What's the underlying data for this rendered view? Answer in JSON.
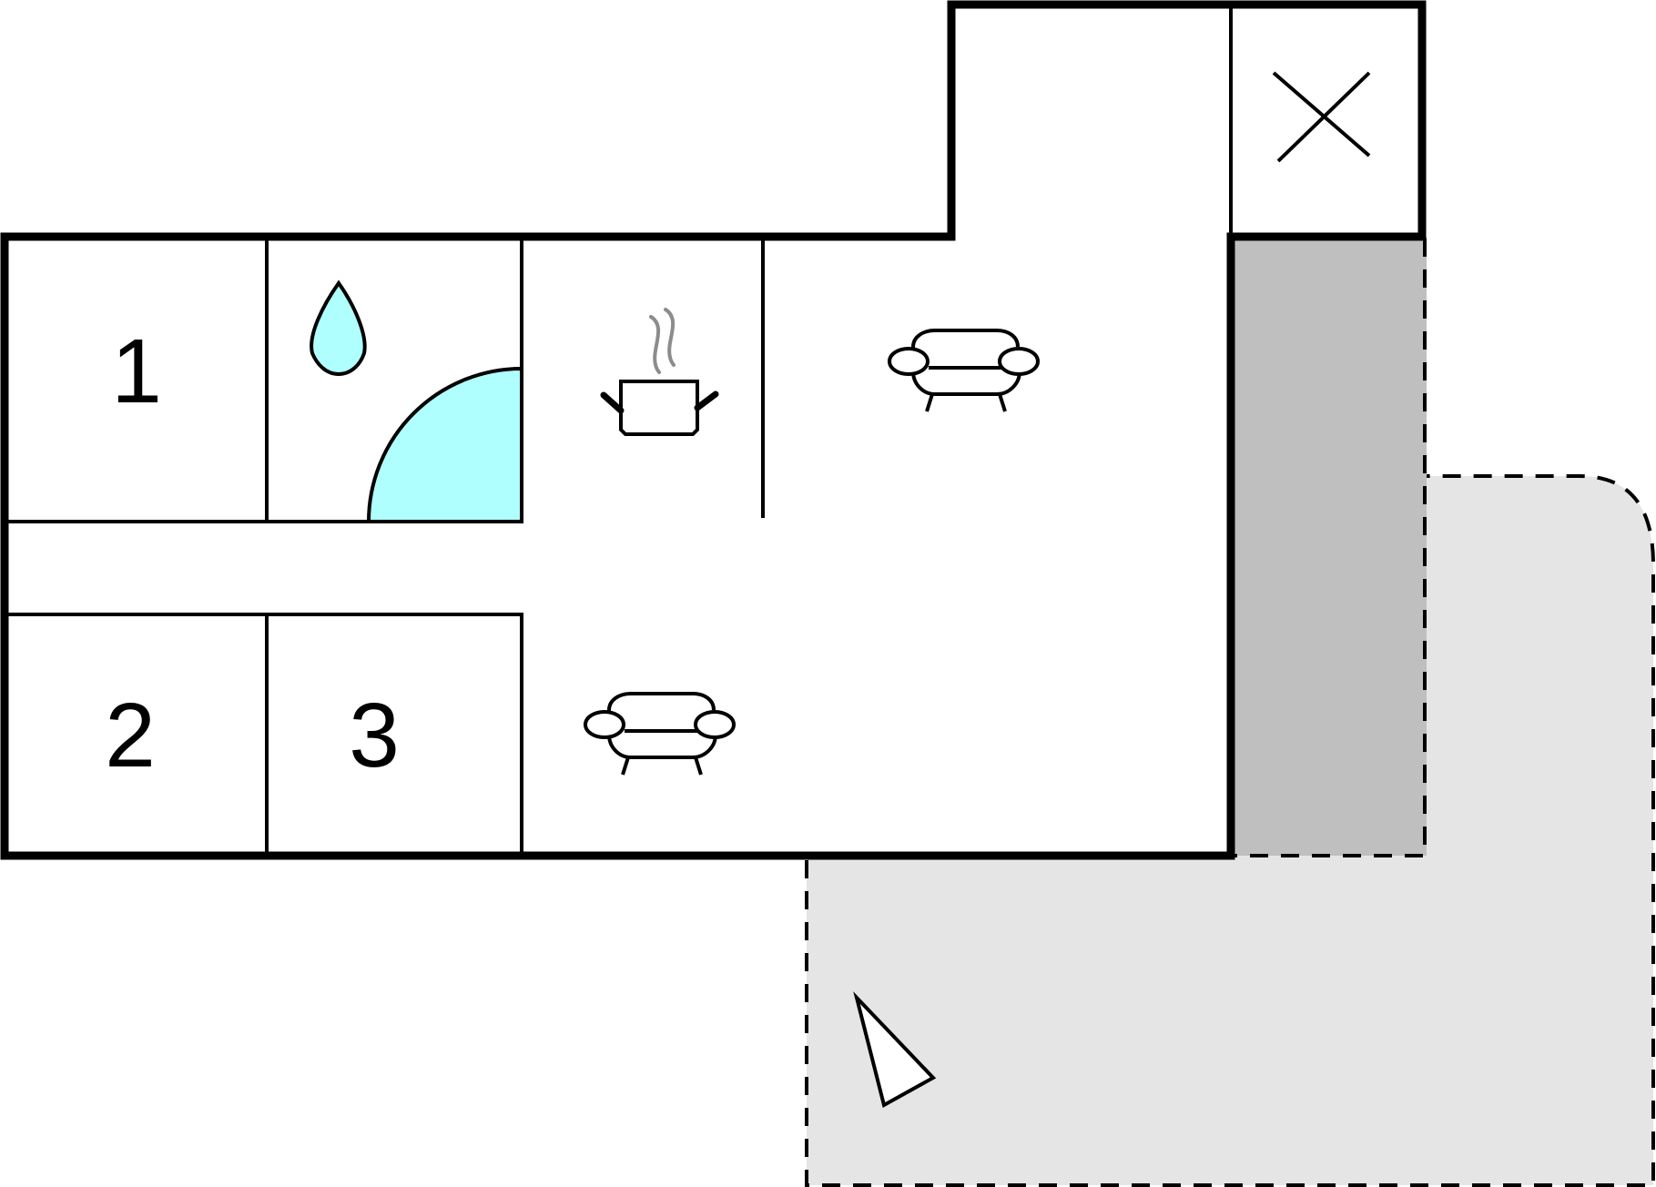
{
  "plan": {
    "rooms": [
      {
        "id": "room-1",
        "label": "1",
        "type": "bedroom"
      },
      {
        "id": "room-2",
        "label": "2",
        "type": "bedroom"
      },
      {
        "id": "room-3",
        "label": "3",
        "type": "bedroom"
      },
      {
        "id": "bathroom",
        "label": "",
        "type": "bathroom"
      },
      {
        "id": "kitchen",
        "label": "",
        "type": "kitchen"
      },
      {
        "id": "living-room",
        "label": "",
        "type": "living"
      },
      {
        "id": "storage",
        "label": "",
        "type": "storage"
      }
    ],
    "icons": [
      "water-drop-icon",
      "shower-arc-icon",
      "cooking-pot-icon",
      "sofa-icon",
      "sofa-icon",
      "cross-icon",
      "compass-arrow-icon"
    ],
    "areas": [
      {
        "id": "covered-terrace",
        "style": "dashed",
        "fill": "#bfbfbf"
      },
      {
        "id": "terrace",
        "style": "dashed",
        "fill": "#e5e5e5"
      }
    ]
  },
  "colors": {
    "wall": "#000000",
    "water": "#b0ffff",
    "covered_terrace": "#bfbfbf",
    "terrace": "#e5e5e5",
    "steam": "#8c8c8c",
    "background": "#ffffff"
  }
}
